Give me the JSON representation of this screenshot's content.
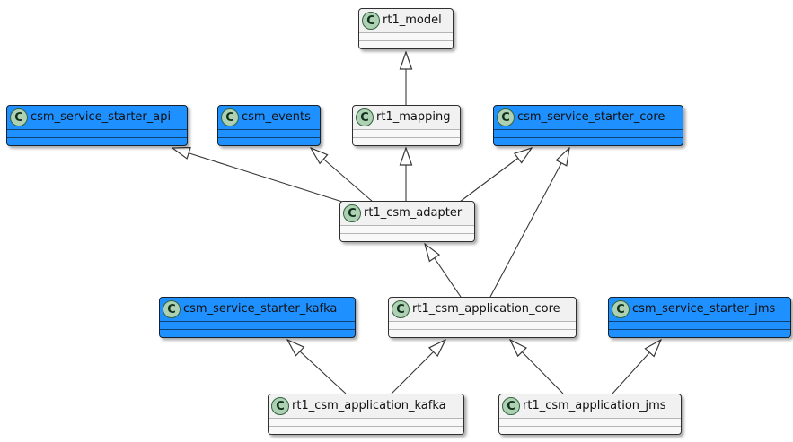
{
  "diagram": {
    "kind": "uml-class-diagram",
    "circle_letter": "C",
    "colors": {
      "highlight_fill": "#1E90FF",
      "default_fill": "#F1F1F1",
      "stereotype_circle_fill": "#ADD1B2",
      "line_color": "#383838"
    },
    "nodes": [
      {
        "id": "rt1_model",
        "label": "rt1_model",
        "variant": "default"
      },
      {
        "id": "csm_service_starter_api",
        "label": "csm_service_starter_api",
        "variant": "highlighted"
      },
      {
        "id": "csm_events",
        "label": "csm_events",
        "variant": "highlighted"
      },
      {
        "id": "rt1_mapping",
        "label": "rt1_mapping",
        "variant": "default"
      },
      {
        "id": "csm_service_starter_core",
        "label": "csm_service_starter_core",
        "variant": "highlighted"
      },
      {
        "id": "rt1_csm_adapter",
        "label": "rt1_csm_adapter",
        "variant": "default"
      },
      {
        "id": "csm_service_starter_kafka",
        "label": "csm_service_starter_kafka",
        "variant": "highlighted"
      },
      {
        "id": "rt1_csm_application_core",
        "label": "rt1_csm_application_core",
        "variant": "default"
      },
      {
        "id": "csm_service_starter_jms",
        "label": "csm_service_starter_jms",
        "variant": "highlighted"
      },
      {
        "id": "rt1_csm_application_kafka",
        "label": "rt1_csm_application_kafka",
        "variant": "default"
      },
      {
        "id": "rt1_csm_application_jms",
        "label": "rt1_csm_application_jms",
        "variant": "default"
      }
    ],
    "edges": [
      {
        "from": "rt1_mapping",
        "to": "rt1_model",
        "type": "inheritance"
      },
      {
        "from": "rt1_csm_adapter",
        "to": "csm_service_starter_api",
        "type": "inheritance"
      },
      {
        "from": "rt1_csm_adapter",
        "to": "csm_events",
        "type": "inheritance"
      },
      {
        "from": "rt1_csm_adapter",
        "to": "rt1_mapping",
        "type": "inheritance"
      },
      {
        "from": "rt1_csm_adapter",
        "to": "csm_service_starter_core",
        "type": "inheritance"
      },
      {
        "from": "rt1_csm_application_core",
        "to": "rt1_csm_adapter",
        "type": "inheritance"
      },
      {
        "from": "rt1_csm_application_core",
        "to": "csm_service_starter_core",
        "type": "inheritance"
      },
      {
        "from": "rt1_csm_application_kafka",
        "to": "csm_service_starter_kafka",
        "type": "inheritance"
      },
      {
        "from": "rt1_csm_application_kafka",
        "to": "rt1_csm_application_core",
        "type": "inheritance"
      },
      {
        "from": "rt1_csm_application_jms",
        "to": "rt1_csm_application_core",
        "type": "inheritance"
      },
      {
        "from": "rt1_csm_application_jms",
        "to": "csm_service_starter_jms",
        "type": "inheritance"
      }
    ]
  }
}
